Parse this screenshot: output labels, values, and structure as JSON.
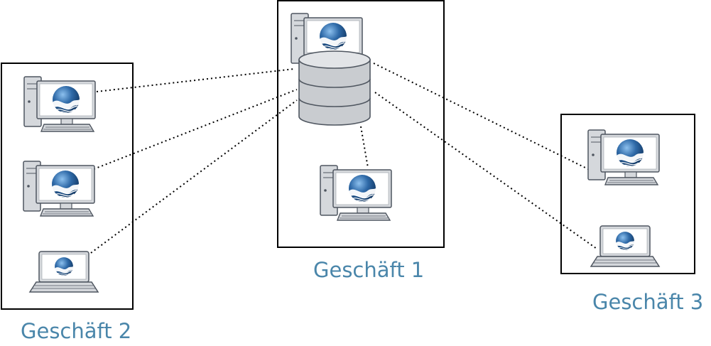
{
  "stores": [
    {
      "id": "store1",
      "label": "Geschäft 1",
      "role": "server"
    },
    {
      "id": "store2",
      "label": "Geschäft 2",
      "role": "branch"
    },
    {
      "id": "store3",
      "label": "Geschäft 3",
      "role": "branch"
    }
  ],
  "colors": {
    "label": "#4a86aa",
    "frame": "#000000",
    "device_fill": "#d5d8dc",
    "device_stroke": "#4f5660",
    "screen": "#ffffff",
    "logo_dark": "#0e3a66",
    "logo_light": "#5a9ad6",
    "connection": "#000000"
  },
  "icons": {
    "workstation": "desktop-computer-icon",
    "laptop": "laptop-icon",
    "database": "database-server-icon",
    "logo": "globe-wave-logo-icon"
  }
}
